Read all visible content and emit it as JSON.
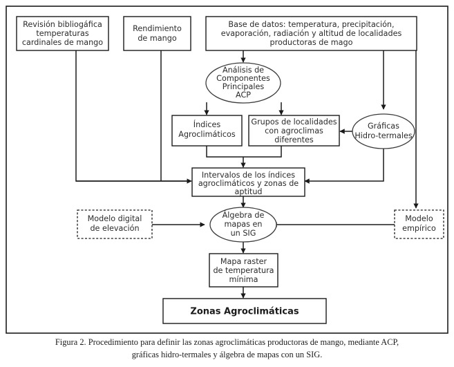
{
  "figure": {
    "caption_line1": "Figura 2. Procedimiento para definir las zonas agroclimáticas productoras de mango, mediante ACP,",
    "caption_line2": "gráficas hidro-termales y álgebra de mapas con un SIG."
  },
  "colors": {
    "stroke": "#1a1a1a",
    "text": "#2b2b2b",
    "background": "#ffffff"
  },
  "nodes": {
    "revision": {
      "shape": "rect",
      "lines": [
        "Revisión bibliogáfica",
        "temperaturas",
        "cardinales de mango"
      ]
    },
    "rendimiento": {
      "shape": "rect",
      "lines": [
        "Rendimiento",
        "de mango"
      ]
    },
    "base_datos": {
      "shape": "rect",
      "lines": [
        "Base de datos: temperatura, precipitación,",
        "evaporación, radiación y altitud de localidades",
        "productoras de mago"
      ]
    },
    "acp": {
      "shape": "ellipse",
      "lines": [
        "Análisis de",
        "Componentes",
        "Principales",
        "ACP"
      ]
    },
    "indices": {
      "shape": "rect",
      "lines": [
        "Índices",
        "Agroclimáticos"
      ]
    },
    "grupos": {
      "shape": "rect",
      "lines": [
        "Grupos de localidades",
        "con agroclimas",
        "diferentes"
      ]
    },
    "graficas": {
      "shape": "ellipse",
      "lines": [
        "Gráficas",
        "Hidro-termales"
      ]
    },
    "intervalos": {
      "shape": "rect",
      "lines": [
        "Intervalos de los índices",
        "agroclimáticos y zonas de",
        "aptitud"
      ]
    },
    "modelo_digital": {
      "shape": "rect-dashed",
      "lines": [
        "Modelo digital",
        "de elevación"
      ]
    },
    "algebra": {
      "shape": "ellipse",
      "lines": [
        "Álgebra de",
        "mapas en",
        "un SIG"
      ]
    },
    "modelo_empirico": {
      "shape": "rect-dashed",
      "lines": [
        "Modelo",
        "empírico"
      ]
    },
    "mapa_raster": {
      "shape": "rect",
      "lines": [
        "Mapa raster",
        "de temperatura",
        "mínima"
      ]
    },
    "zonas": {
      "shape": "rect",
      "lines": [
        "Zonas Agroclimáticas"
      ]
    }
  }
}
